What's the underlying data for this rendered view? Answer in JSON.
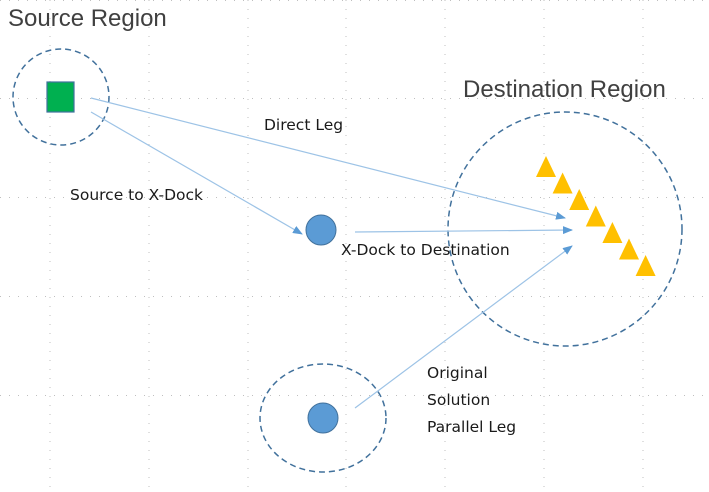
{
  "diagram": {
    "regions": [
      {
        "id": "source",
        "title": "Source Region"
      },
      {
        "id": "destination",
        "title": "Destination Region"
      },
      {
        "id": "parallel",
        "title": ""
      }
    ],
    "nodes": {
      "source": {
        "shape": "square",
        "color": "#00b050",
        "label": ""
      },
      "xdock": {
        "shape": "circle",
        "color": "#5b9bd5",
        "label": ""
      },
      "parallel_origin": {
        "shape": "circle",
        "color": "#5b9bd5",
        "label": ""
      },
      "destinations": {
        "shape": "triangle",
        "color": "#ffc000",
        "count": 7
      }
    },
    "edges": [
      {
        "id": "direct",
        "from": "source",
        "to": "destinations",
        "label": "Direct Leg"
      },
      {
        "id": "source_to_xdock",
        "from": "source",
        "to": "xdock",
        "label": "Source to X-Dock"
      },
      {
        "id": "xdock_to_dest",
        "from": "xdock",
        "to": "destinations",
        "label": "X-Dock to Destination"
      },
      {
        "id": "parallel_leg",
        "from": "parallel_origin",
        "to": "destinations",
        "label_lines": [
          "Original",
          "Solution",
          "Parallel Leg"
        ]
      }
    ],
    "colors": {
      "edge": "#5b9bd5",
      "region_border": "#41719c",
      "grid": "#bfbfbf",
      "title_text": "#404040",
      "label_text": "#1a1a1a"
    }
  }
}
